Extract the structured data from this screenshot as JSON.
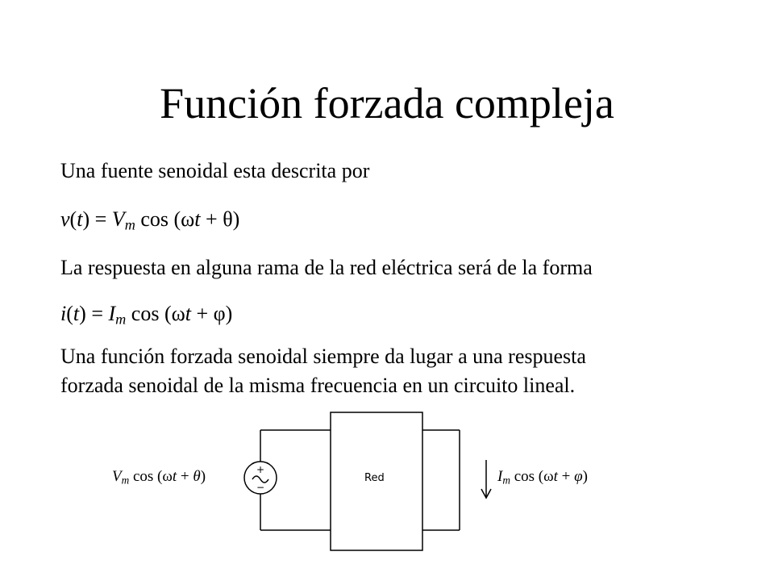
{
  "title": "Función forzada compleja",
  "line1": "Una fuente senoidal esta descrita por",
  "eq_v": {
    "lhs_fn": "v",
    "lhs_arg": "t",
    "eq": " = ",
    "amp": "V",
    "amp_sub": "m",
    "cos": " cos (",
    "omega": "ω",
    "t": "t",
    "plus": " + ",
    "phase": "θ",
    "close": ")"
  },
  "line3": "La respuesta en alguna rama de la red eléctrica será de la forma",
  "eq_i": {
    "lhs_fn": "i",
    "lhs_arg": "t",
    "eq": " = ",
    "amp": "I",
    "amp_sub": "m",
    "cos": " cos (",
    "omega": "ω",
    "t": "t",
    "plus": " + ",
    "phase": "φ",
    "close": ")"
  },
  "paragraph": {
    "row1": "Una función forzada senoidal siempre da lugar a una respuesta",
    "row2": "forzada senoidal de la misma frecuencia en un circuito lineal."
  },
  "diagram": {
    "box_label": "Red",
    "source_label": {
      "amp": "V",
      "amp_sub": "m",
      "cos": " cos (",
      "omega": "ω",
      "t": "t",
      "plus": " + ",
      "phase": "θ",
      "close": ")"
    },
    "current_label": {
      "amp": "I",
      "amp_sub": "m",
      "cos": " cos (",
      "omega": "ω",
      "t": "t",
      "plus": " + ",
      "phase": "φ",
      "close": ")"
    }
  }
}
